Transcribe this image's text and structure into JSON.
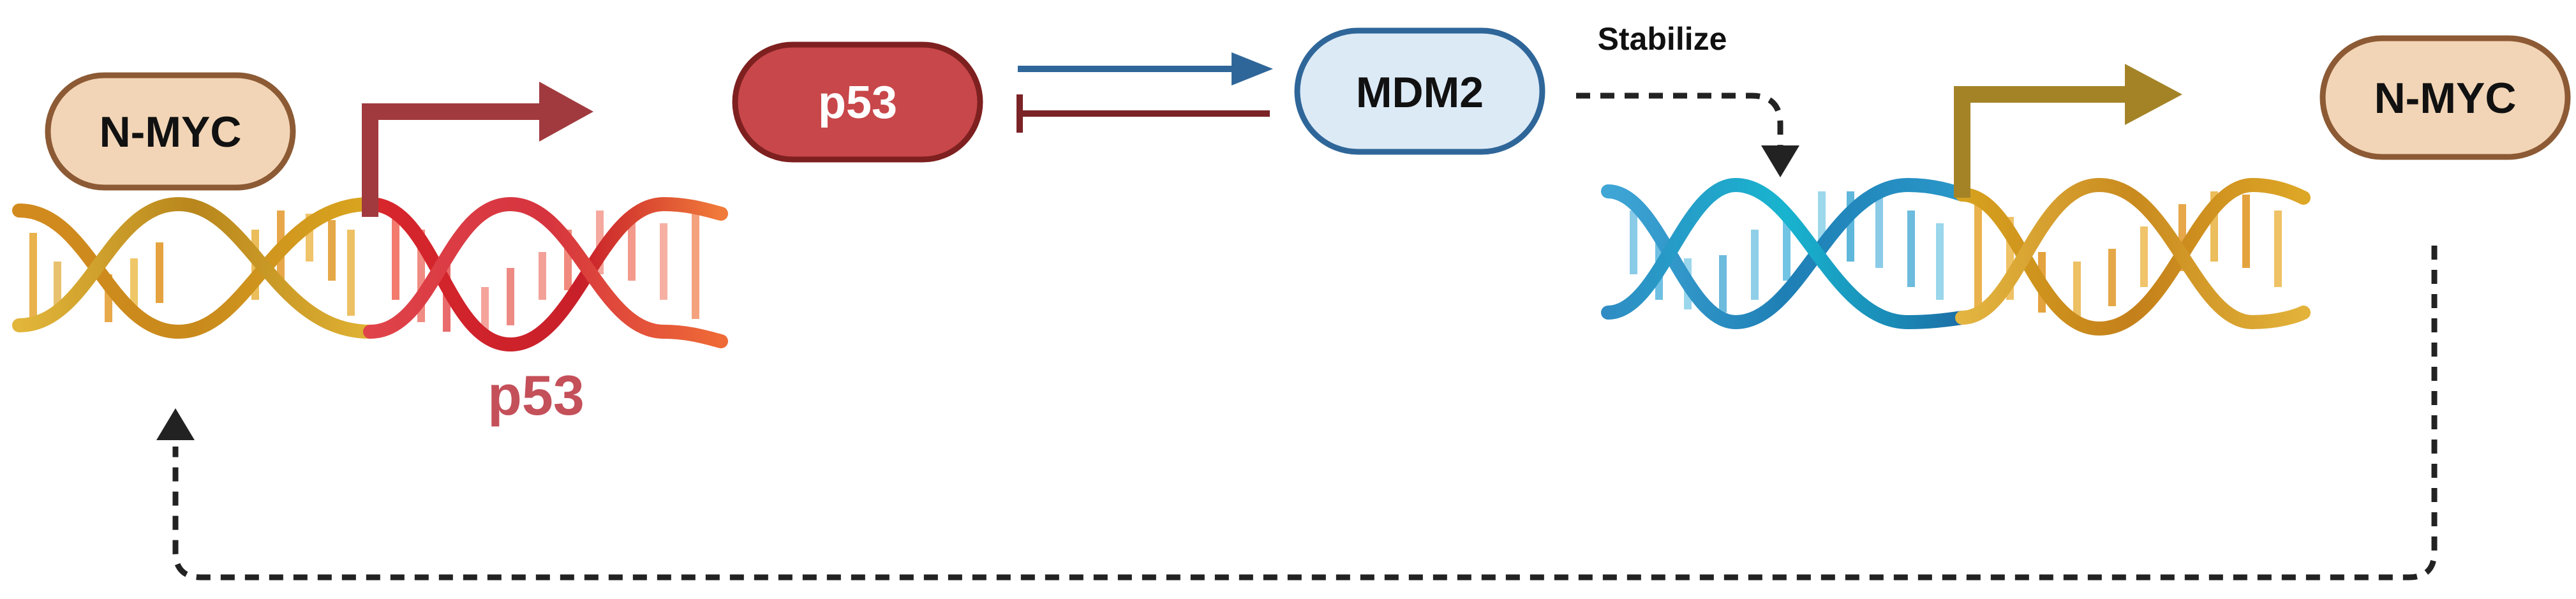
{
  "diagram": {
    "nodes": {
      "nmyc_left": {
        "label": "N-MYC"
      },
      "p53_protein": {
        "label": "p53"
      },
      "mdm2": {
        "label": "MDM2"
      },
      "nmyc_right": {
        "label": "N-MYC"
      }
    },
    "labels": {
      "p53_gene": "p53",
      "stabilize": "Stabilize"
    },
    "edges": [
      {
        "from": "p53",
        "to": "MDM2",
        "type": "activation"
      },
      {
        "from": "MDM2",
        "to": "p53",
        "type": "inhibition"
      },
      {
        "from": "MDM2",
        "to": "N-MYC gene",
        "type": "stabilize",
        "label": "Stabilize"
      },
      {
        "from": "N-MYC",
        "to": "p53 gene",
        "type": "feedback"
      }
    ],
    "colors": {
      "nmyc_fill": "#F2D5B6",
      "nmyc_stroke": "#8C5A34",
      "p53_fill": "#C8474A",
      "p53_stroke": "#7E2020",
      "mdm2_fill": "#DCEAF6",
      "mdm2_stroke": "#2F6699",
      "activation_arrow": "#2F6699",
      "inhibition_bar": "#7B2327",
      "p53_gene_label": "#C4505A",
      "left_promoter_arrow": "#A13A3E",
      "right_promoter_arrow": "#A48327"
    }
  }
}
